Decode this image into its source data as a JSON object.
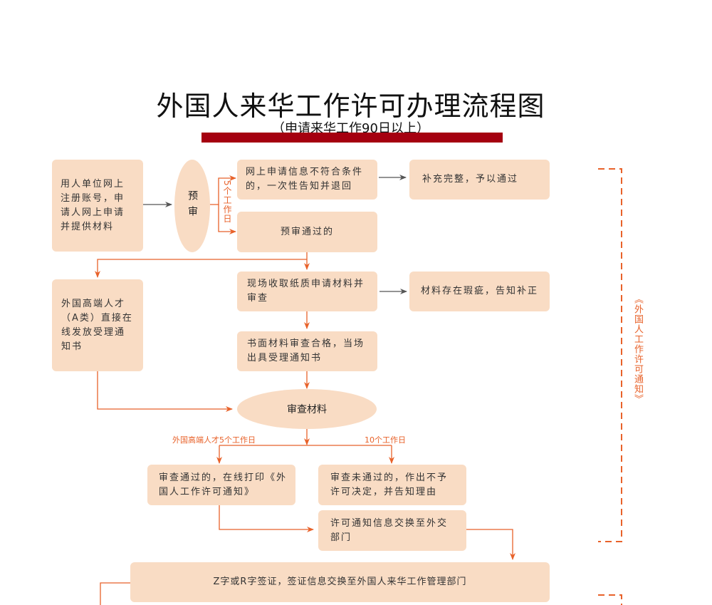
{
  "title": "外国人来华工作许可办理流程图",
  "subtitle": "（申请来华工作90日以上）",
  "nodes": {
    "register": "用人单位网上注册账号，申请人网上申请并提供材料",
    "pre_review": "预审",
    "not_qualified": "网上申请信息不符合条件的，一次性告知并退回",
    "supplement": "补充完整，予以通过",
    "pre_passed": "预审通过的",
    "onsite": "现场收取纸质申请材料并审查",
    "defect": "材料存在瑕疵，告知补正",
    "class_a": "外国高端人才（A类）直接在线发放受理通知书",
    "accept": "书面材料审查合格，当场出具受理通知书",
    "review": "审查材料",
    "passed": "审查通过的，在线打印《外国人工作许可通知》",
    "failed": "审查未通过的，作出不予许可决定，并告知理由",
    "exchange": "许可通知信息交换至外交部门",
    "visa": "Z字或R字签证，签证信息交换至外国人来华工作管理部门"
  },
  "labels": {
    "five_days": "5个工作日",
    "high_talent_days": "外国高端人才5个工作日",
    "ten_days": "10个工作日",
    "bracket": "《外国人工作许可通知》"
  },
  "colors": {
    "box": "#f9dcc4",
    "arrow": "#e8622a",
    "bar": "#a50010"
  }
}
